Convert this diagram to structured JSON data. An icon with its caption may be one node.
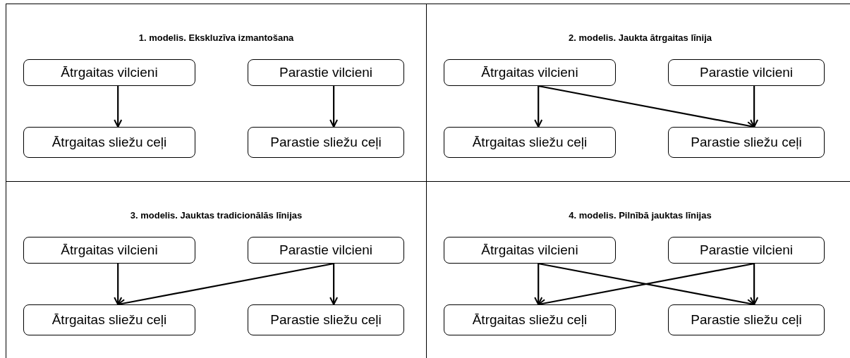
{
  "diagram": {
    "nodes": [
      {
        "text": [
          "1. modelis. Ekskluzīva izmantošana"
        ]
      },
      {
        "text": [
          "Ātrgaitas vilcieni"
        ],
        "in": 0
      },
      {
        "text": [
          "Parastie vilcieni"
        ],
        "in": 0
      },
      {
        "text": [
          "Ātrgaitas sliežu ceļi"
        ],
        "in": 0
      },
      {
        "text": [
          "Parastie sliežu ceļi"
        ],
        "in": 0
      },
      {
        "text": [
          "2. modelis. Jaukta ātrgaitas līnija"
        ]
      },
      {
        "text": [
          "Ātrgaitas vilcieni"
        ],
        "in": 5
      },
      {
        "text": [
          "Parastie vilcieni"
        ],
        "in": 5
      },
      {
        "text": [
          "Ātrgaitas sliežu ceļi"
        ],
        "in": 5
      },
      {
        "text": [
          "Parastie sliežu ceļi"
        ],
        "in": 5
      },
      {
        "text": [
          "3. modelis. Jauktas tradicionālās līnijas"
        ]
      },
      {
        "text": [
          "Ātrgaitas vilcieni"
        ],
        "in": 10
      },
      {
        "text": [
          "Parastie vilcieni"
        ],
        "in": 10
      },
      {
        "text": [
          "Ātrgaitas sliežu ceļi"
        ],
        "in": 10
      },
      {
        "text": [
          "Parastie sliežu ceļi"
        ],
        "in": 10
      },
      {
        "text": [
          "4. modelis. Pilnībā jauktas līnijas"
        ]
      },
      {
        "text": [
          "Ātrgaitas vilcieni"
        ],
        "in": 15
      },
      {
        "text": [
          "Parastie vilcieni"
        ],
        "in": 15
      },
      {
        "text": [
          "Ātrgaitas sliežu ceļi"
        ],
        "in": 15
      },
      {
        "text": [
          "Parastie sliežu ceļi"
        ],
        "in": 15
      }
    ],
    "edges": [
      {
        "from": 1,
        "to": 3,
        "arrow": "to"
      },
      {
        "from": 2,
        "to": 4,
        "arrow": "to"
      },
      {
        "from": 6,
        "to": 8,
        "arrow": "to"
      },
      {
        "from": 6,
        "to": 9,
        "arrow": "to"
      },
      {
        "from": 7,
        "to": 9,
        "arrow": "to"
      },
      {
        "from": 11,
        "to": 13,
        "arrow": "to"
      },
      {
        "from": 12,
        "to": 13,
        "arrow": "to"
      },
      {
        "from": 12,
        "to": 14,
        "arrow": "to"
      },
      {
        "from": 16,
        "to": 18,
        "arrow": "to"
      },
      {
        "from": 16,
        "to": 19,
        "arrow": "to"
      },
      {
        "from": 17,
        "to": 18,
        "arrow": "to"
      },
      {
        "from": 17,
        "to": 19,
        "arrow": "to"
      }
    ]
  }
}
